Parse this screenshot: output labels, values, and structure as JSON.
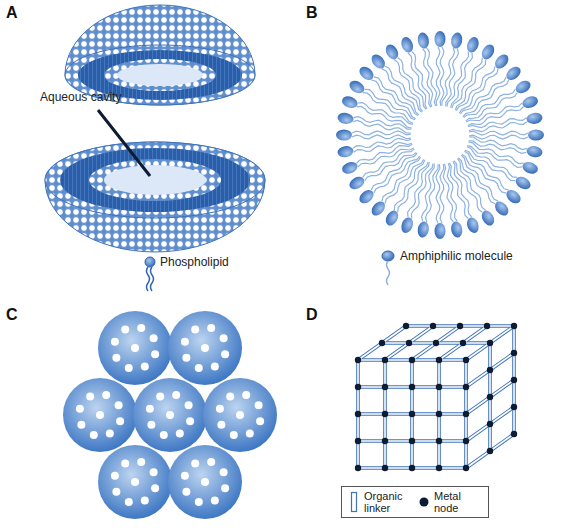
{
  "diagram": {
    "labels": [
      "A",
      "B",
      "C",
      "D",
      "Aqueous cavity",
      "Phospholipid",
      "Amphiphilic molecule"
    ],
    "legend": [
      {
        "text": "Organic linker"
      },
      {
        "text": "Metal node"
      }
    ]
  }
}
